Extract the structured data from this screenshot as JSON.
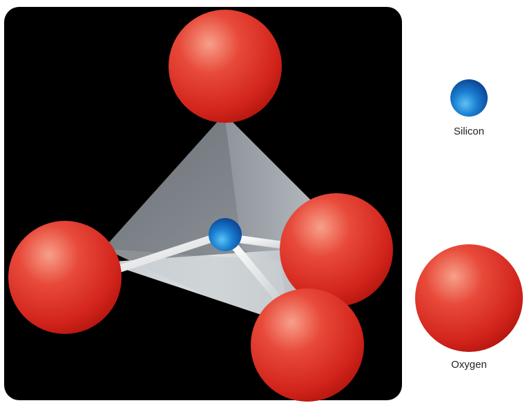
{
  "legend": {
    "silicon_label": "Silicon",
    "oxygen_label": "Oxygen"
  },
  "colors": {
    "panel_background": "#000000",
    "oxygen": "#e0342b",
    "silicon": "#1565c0",
    "bond": "#f2f2f2",
    "tetrahedron_face": "#8a9097"
  },
  "icons": {
    "silicon": "blue-sphere",
    "oxygen": "red-sphere"
  }
}
